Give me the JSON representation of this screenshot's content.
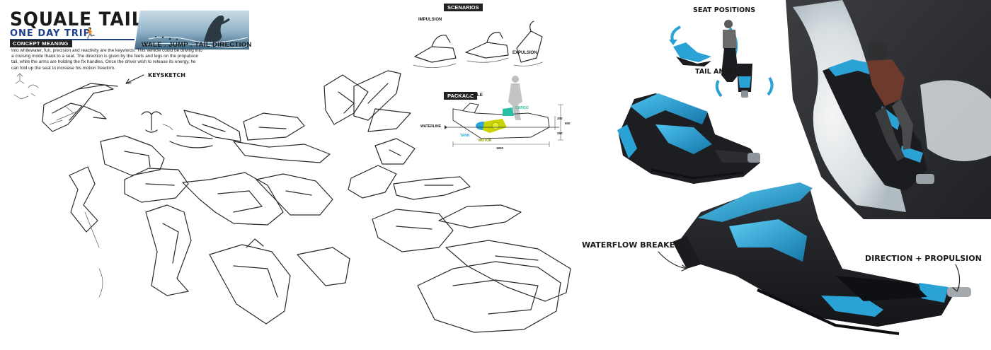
{
  "header": {
    "title": "SQUALE TAIL”",
    "subtitle": "ONE DAY TRIP",
    "runner_icon": "running-person-icon",
    "concept_label": "CONCEPT MEANING",
    "keywords": "WALE . JUMP . TAIL DIRECTION",
    "concept_text": "Into whitewater, fun, precision and reactivity are the keywords. This vehicle could be driving into a cruising mode thank to a seat. The direction is given by the feets and legs on the propulsion tail, while the arms are holding the fix handles. Once the driver wish to release its energy, he can fold up the seat to increase his motion freedom."
  },
  "sketches": {
    "keysketch_label": "KEYSKETCH"
  },
  "scenarios": {
    "label": "SCENARIOS",
    "impulsion": "IMPULSION",
    "expulsion": "EXPULSION"
  },
  "package": {
    "label": "PACKAGE",
    "scale": "SCALE",
    "waterline": "WATERLINE",
    "cargo": "CARGO",
    "tank": "TANK",
    "motor": "MOTOR",
    "dim_length": "1900",
    "dim_height": "900",
    "dim_h1": "300",
    "dim_h2": "250",
    "colors": {
      "cargo": "#2bbfa4",
      "tank": "#2aa7d9",
      "motor": "#c9d400"
    }
  },
  "renders": {
    "seat_positions": "SEAT POSITIONS",
    "tail_angle": "TAIL ANGLE",
    "waterflow_breaker": "WATERFLOW BREAKER",
    "direction_propulsion": "DIRECTION + PROPULSION",
    "colors": {
      "accent": "#2aa2d6",
      "body": "#1b1c20"
    }
  }
}
